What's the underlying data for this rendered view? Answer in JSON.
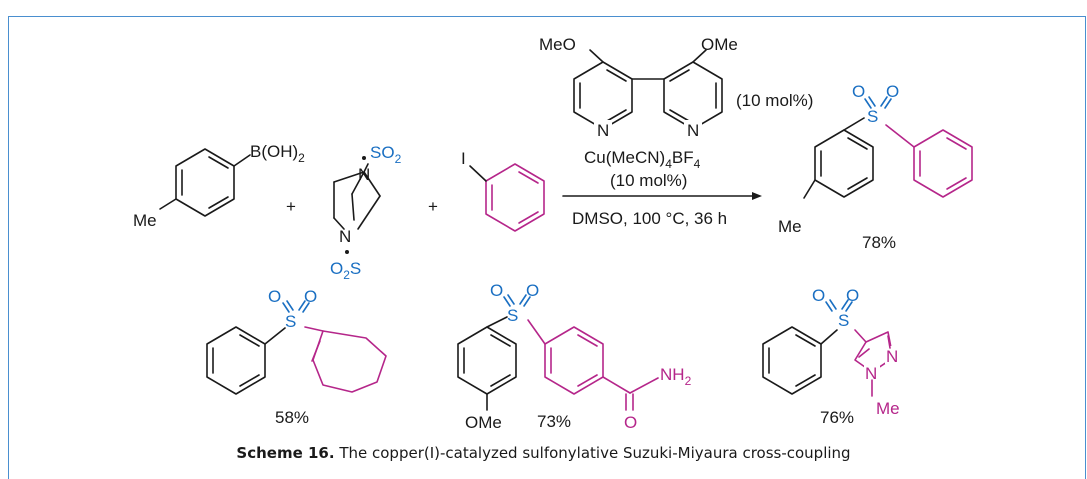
{
  "reagents": {
    "boronic_acid": {
      "substituent": "Me",
      "group": "B(OH)",
      "sub": "2"
    },
    "plus": "+",
    "dabso": {
      "so2_top": "SO",
      "so2_top_sub": "2",
      "n": "N",
      "so2_bot_pre": "O",
      "so2_bot_sub": "2",
      "so2_bot_post": "S"
    },
    "iodobenzene": {
      "halogen": "I"
    }
  },
  "conditions": {
    "ligand_ome_left": "MeO",
    "ligand_ome_right": "OMe",
    "ligand_n": "N",
    "ligand_loading": "(10 mol%)",
    "catalyst": "Cu(MeCN)",
    "catalyst_sub": "4",
    "catalyst_tail": "BF",
    "catalyst_tail_sub": "4",
    "catalyst_loading": "(10 mol%)",
    "solvent_temp_time": "DMSO, 100 °C, 36 h"
  },
  "products": {
    "main": {
      "substituent": "Me",
      "o": "O",
      "s": "S",
      "yield": "78%"
    },
    "cycloheptenyl": {
      "o": "O",
      "s": "S",
      "yield": "58%"
    },
    "amide": {
      "o": "O",
      "s": "S",
      "ome": "OMe",
      "nh2": "NH",
      "nh2_sub": "2",
      "co": "O",
      "yield": "73%"
    },
    "pyrazole": {
      "o": "O",
      "s": "S",
      "n": "N",
      "me": "Me",
      "yield": "76%"
    }
  },
  "caption": {
    "label": "Scheme 16.",
    "text": " The copper(I)-catalyzed sulfonylative Suzuki-Miyaura cross-coupling"
  }
}
